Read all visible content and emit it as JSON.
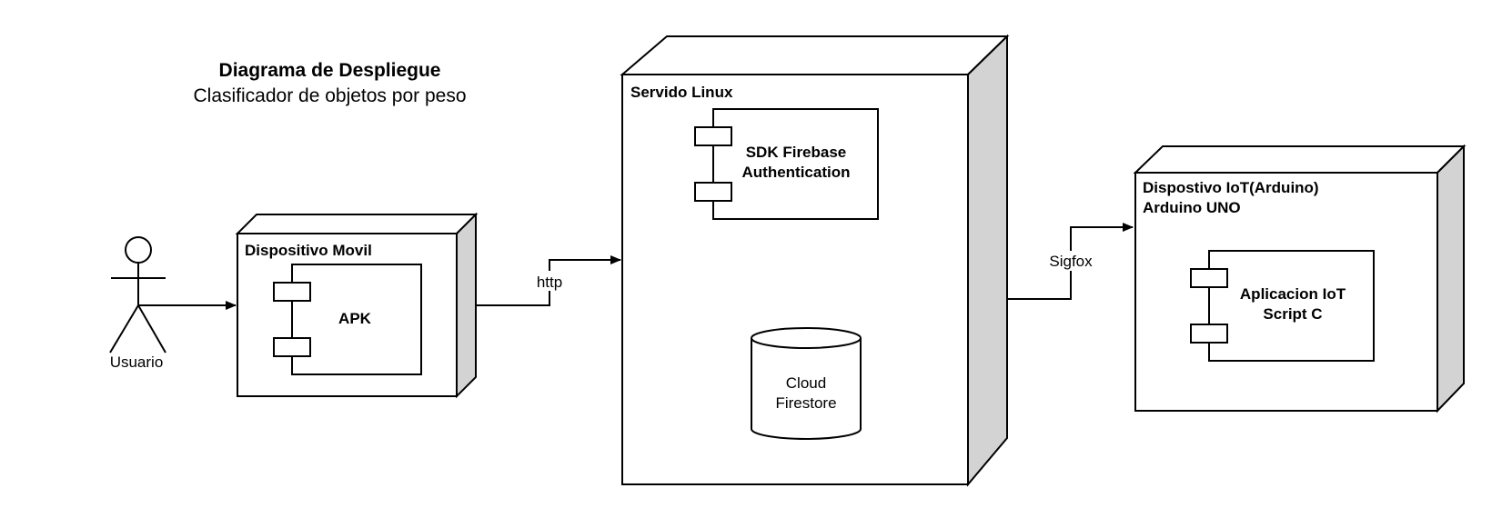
{
  "title": {
    "main": "Diagrama de Despliegue",
    "subtitle": "Clasificador de objetos por peso"
  },
  "actor": {
    "label": "Usuario"
  },
  "nodes": {
    "mobile": {
      "label": "Dispositivo Movil",
      "component": "APK"
    },
    "server": {
      "label": "Servido Linux",
      "component_line1": "SDK Firebase",
      "component_line2": "Authentication",
      "database_line1": "Cloud",
      "database_line2": "Firestore"
    },
    "iot": {
      "label_line1": "Dispostivo IoT(Arduino)",
      "label_line2": "Arduino UNO",
      "component_line1": "Aplicacion IoT",
      "component_line2": "Script C"
    }
  },
  "connections": {
    "mobile_to_server": "http",
    "server_to_iot": "Sigfox"
  }
}
